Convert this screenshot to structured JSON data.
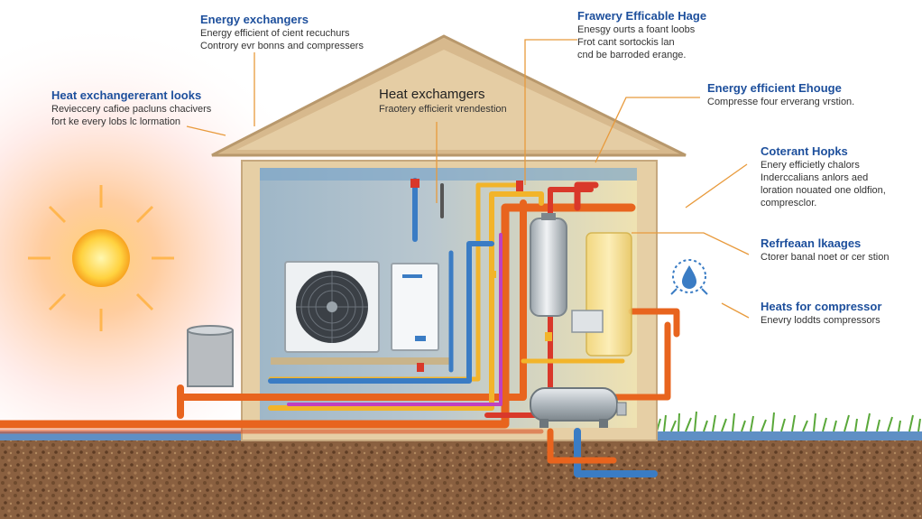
{
  "labels": {
    "energy_exchangers": {
      "title": "Energy exchangers",
      "lines": [
        "Energy efficient of cient recuchurs",
        "Controry evr bonns and compressers"
      ]
    },
    "heat_exchanger_leaks": {
      "title": "Heat exchangererant looks",
      "lines": [
        "Revieccery cafioe pacluns chacivers",
        "fort ke every lobs lc lormation"
      ]
    },
    "heat_exchangers_center": {
      "title": "Heat exchamgers",
      "lines": [
        "Fraotery efficierit vrendestion"
      ]
    },
    "frawery_efficable": {
      "title": "Frawery Efficable Hage",
      "lines": [
        "Enesgy ourts a foant loobs",
        "Frot cant sortockis lan",
        "cnd be barroded erange."
      ]
    },
    "energy_efficient_ehouge": {
      "title": "Energy efficient Ehouge",
      "lines": [
        "Compresse four erverang vrstion."
      ]
    },
    "coterant_hopks": {
      "title": "Coterant Hopks",
      "lines": [
        "Enery efficietly chalors",
        "Inderccalians anlors aed",
        "loration nouated one oldfion,",
        "compresclor."
      ]
    },
    "refrigerant_leakages": {
      "title": "Refrfeaan lkaages",
      "lines": [
        "Ctorer banal noet or cer stion"
      ]
    },
    "heats_for_compressor": {
      "title": "Heats for compressor",
      "lines": [
        "Enevry loddts compressors"
      ]
    }
  },
  "colors": {
    "label_title": "#1d4f9c",
    "pipe_hot": "#e8641e",
    "pipe_cold": "#3a7cc4",
    "pipe_yellow": "#f2b42a",
    "pipe_magenta": "#c040c0",
    "pipe_red": "#d9382a",
    "leader_line": "#e89a3c",
    "house_wall": "#e6cfa5",
    "roof": "#d7b98d",
    "sun": "#ffd23f"
  },
  "icons": [
    "sun-icon",
    "outdoor-unit-icon",
    "indoor-unit-icon",
    "water-tank-icon",
    "compressor-icon",
    "drop-badge-icon"
  ]
}
